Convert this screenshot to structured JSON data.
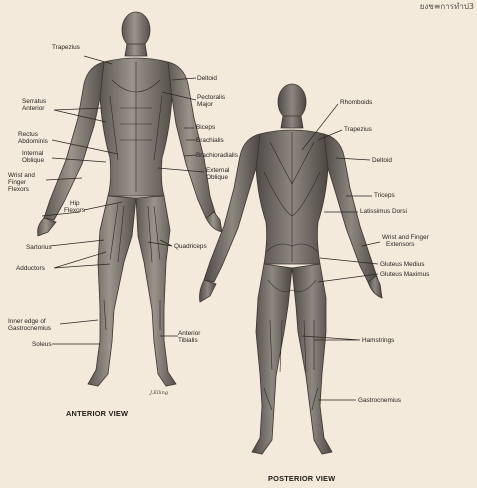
{
  "watermark": "ยงช≡การทำป3",
  "signature": "J.Elling",
  "anterior": {
    "caption": "ANTERIOR VIEW",
    "labels": [
      {
        "id": "trapezius",
        "lines": [
          "Trapezius"
        ]
      },
      {
        "id": "serratus-anterior",
        "lines": [
          "Serratus",
          "Anterior"
        ]
      },
      {
        "id": "rectus-abdominis",
        "lines": [
          "Rectus",
          "Abdominis"
        ]
      },
      {
        "id": "internal-oblique",
        "lines": [
          "Internal",
          "Oblique"
        ]
      },
      {
        "id": "wrist-finger-flexors",
        "lines": [
          "Wrist and",
          "Finger",
          "Flexors"
        ]
      },
      {
        "id": "hip-flexors",
        "lines": [
          "Hip",
          "Flexors"
        ]
      },
      {
        "id": "sartorius",
        "lines": [
          "Sartorius"
        ]
      },
      {
        "id": "adductors",
        "lines": [
          "Adductors"
        ]
      },
      {
        "id": "inner-gastrocnemius",
        "lines": [
          "Inner edge of",
          "Gastrocnemius"
        ]
      },
      {
        "id": "soleus",
        "lines": [
          "Soleus"
        ]
      },
      {
        "id": "deltoid",
        "lines": [
          "Deltoid"
        ]
      },
      {
        "id": "pectoralis-major",
        "lines": [
          "Pectoralis",
          "Major"
        ]
      },
      {
        "id": "biceps",
        "lines": [
          "Biceps"
        ]
      },
      {
        "id": "brachialis",
        "lines": [
          "Brachialis"
        ]
      },
      {
        "id": "brachioradialis",
        "lines": [
          "Brachioradialis"
        ]
      },
      {
        "id": "external-oblique",
        "lines": [
          "External",
          "Oblique"
        ]
      },
      {
        "id": "quadriceps",
        "lines": [
          "Quadriceps"
        ]
      },
      {
        "id": "anterior-tibialis",
        "lines": [
          "Anterior",
          "Tibialis"
        ]
      }
    ]
  },
  "posterior": {
    "caption": "POSTERIOR VIEW",
    "labels": [
      {
        "id": "rhomboids",
        "lines": [
          "Rhomboids"
        ]
      },
      {
        "id": "trapezius",
        "lines": [
          "Trapezius"
        ]
      },
      {
        "id": "deltoid",
        "lines": [
          "Deltoid"
        ]
      },
      {
        "id": "triceps",
        "lines": [
          "Triceps"
        ]
      },
      {
        "id": "latissimus-dorsi",
        "lines": [
          "Latissimus Dorsi"
        ]
      },
      {
        "id": "wrist-finger-extensors",
        "lines": [
          "Wrist and Finger",
          "Extensors"
        ]
      },
      {
        "id": "gluteus-medius",
        "lines": [
          "Gluteus Medius"
        ]
      },
      {
        "id": "gluteus-maximus",
        "lines": [
          "Gluteus Maximus"
        ]
      },
      {
        "id": "hamstrings",
        "lines": [
          "Hamstrings"
        ]
      },
      {
        "id": "gastrocnemius",
        "lines": [
          "Gastrocnemius"
        ]
      }
    ]
  }
}
